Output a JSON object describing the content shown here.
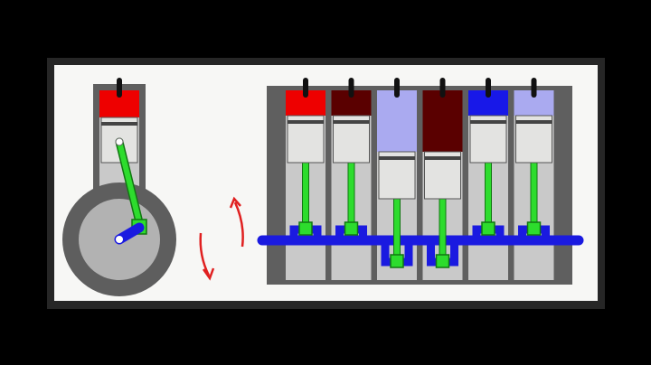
{
  "colors": {
    "background": "#000000",
    "frame": "#262626",
    "panel": "#f7f7f5",
    "block": "#5f5f5f",
    "bore": "#c9c9c9",
    "piston": "#e3e3e1",
    "piston_ring": "#444444",
    "rod": "#2ddc2d",
    "rod_outline": "#117711",
    "crankshaft": "#1a1ae0",
    "crank_disc": "#b2b2b2",
    "crank_case": "#5e5e5e",
    "spark_plug": "#111111",
    "arrow": "#e02020",
    "wrist_pin": "#ffffff"
  },
  "single_cylinder": {
    "gas_color": "#ee0000"
  },
  "inline_six": {
    "cylinders": [
      {
        "gas_color": "#ee0000",
        "piston_stroke": 0.0,
        "crank_pin": "up"
      },
      {
        "gas_color": "#5a0000",
        "piston_stroke": 0.0,
        "crank_pin": "up"
      },
      {
        "gas_color": "#aaaaf0",
        "piston_stroke": 1.0,
        "crank_pin": "down"
      },
      {
        "gas_color": "#5a0000",
        "piston_stroke": 1.0,
        "crank_pin": "down"
      },
      {
        "gas_color": "#1818e8",
        "piston_stroke": 0.0,
        "crank_pin": "up"
      },
      {
        "gas_color": "#aaaaf0",
        "piston_stroke": 0.0,
        "crank_pin": "up"
      }
    ]
  },
  "rotation_arrows": [
    {
      "direction": "up"
    },
    {
      "direction": "down"
    }
  ]
}
